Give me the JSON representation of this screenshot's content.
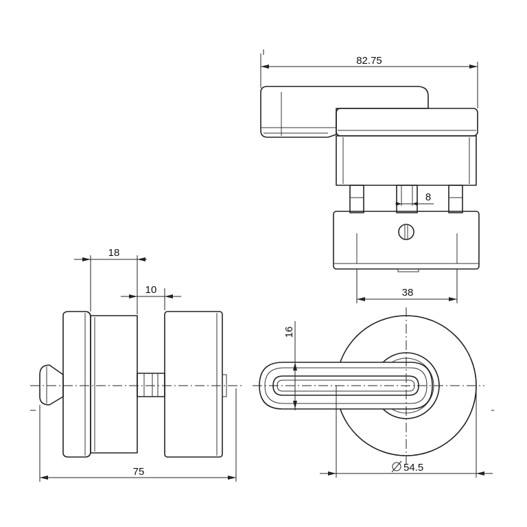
{
  "dimensions": {
    "top_width": "82.75",
    "shaft_width": "8",
    "base_inner": "38",
    "side_left_gap": "18",
    "side_mid_gap": "10",
    "side_total": "75",
    "handle_height": "16",
    "disc_diameter": "54.5"
  },
  "colors": {
    "line": "#222222",
    "background": "#ffffff"
  }
}
